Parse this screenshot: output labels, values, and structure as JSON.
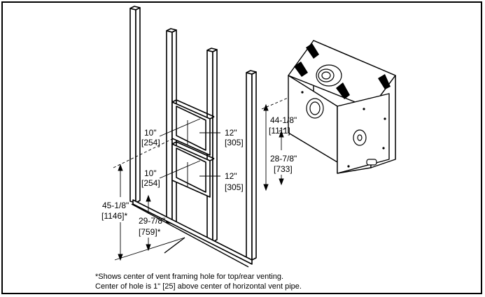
{
  "dimensions": {
    "upper_width": {
      "imperial": "10\"",
      "metric": "[254]"
    },
    "upper_height": {
      "imperial": "12\"",
      "metric": "[305]"
    },
    "lower_width": {
      "imperial": "10\"",
      "metric": "[254]"
    },
    "lower_height": {
      "imperial": "12\"",
      "metric": "[305]"
    },
    "top_hole_height": {
      "imperial": "45-1/8\"",
      "metric": "[1146]*"
    },
    "rear_hole_height": {
      "imperial": "29-7/8\"",
      "metric": "[759]*"
    },
    "unit_top_height": {
      "imperial": "44-1/8\"",
      "metric": "[1111]"
    },
    "unit_rear_height": {
      "imperial": "28-7/8\"",
      "metric": "[733]"
    }
  },
  "notes": {
    "line1": "*Shows center of vent framing hole for top/rear venting.",
    "line2": "Center of hole is 1\" [25] above center of horizontal vent pipe."
  }
}
